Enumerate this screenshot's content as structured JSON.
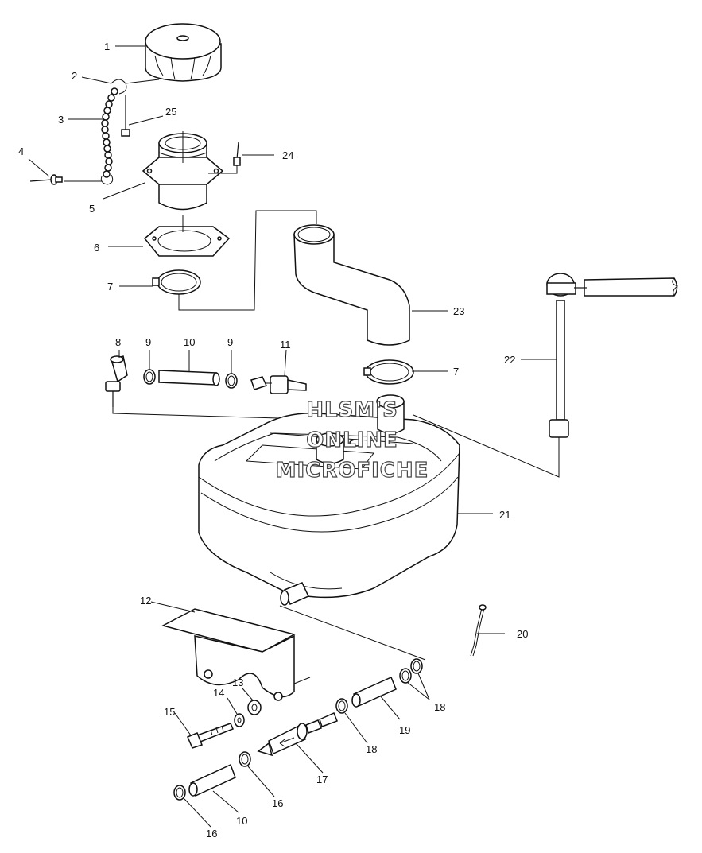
{
  "watermark": {
    "line1": "HLSM'S",
    "line2": "ONLINE",
    "line3": "MICROFICHE"
  },
  "callouts": {
    "c1": "1",
    "c2": "2",
    "c3": "3",
    "c4": "4",
    "c5": "5",
    "c6": "6",
    "c7a": "7",
    "c7b": "7",
    "c8": "8",
    "c9a": "9",
    "c9b": "9",
    "c10a": "10",
    "c10b": "10",
    "c11": "11",
    "c12": "12",
    "c13": "13",
    "c14": "14",
    "c15": "15",
    "c16a": "16",
    "c16b": "16",
    "c17": "17",
    "c18a": "18",
    "c18b": "18",
    "c19": "19",
    "c20": "20",
    "c21": "21",
    "c22": "22",
    "c23": "23",
    "c24": "24",
    "c25": "25"
  }
}
